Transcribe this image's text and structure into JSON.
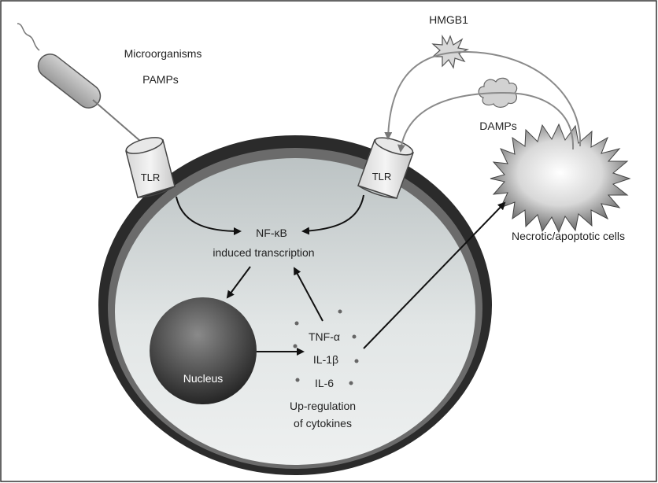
{
  "labels": {
    "microorganisms": "Microorganisms",
    "pamps": "PAMPs",
    "hmgb1": "HMGB1",
    "damps": "DAMPs",
    "necrotic": "Necrotic/apoptotic cells",
    "tlr_left": "TLR",
    "tlr_right": "TLR",
    "nfkb": "NF-κB",
    "induced": "induced transcription",
    "nucleus": "Nucleus",
    "tnf": "TNF-α",
    "il1": "IL-1β",
    "il6": "IL-6",
    "upregulation": "Up-regulation",
    "cytokines": "of cytokines"
  }
}
